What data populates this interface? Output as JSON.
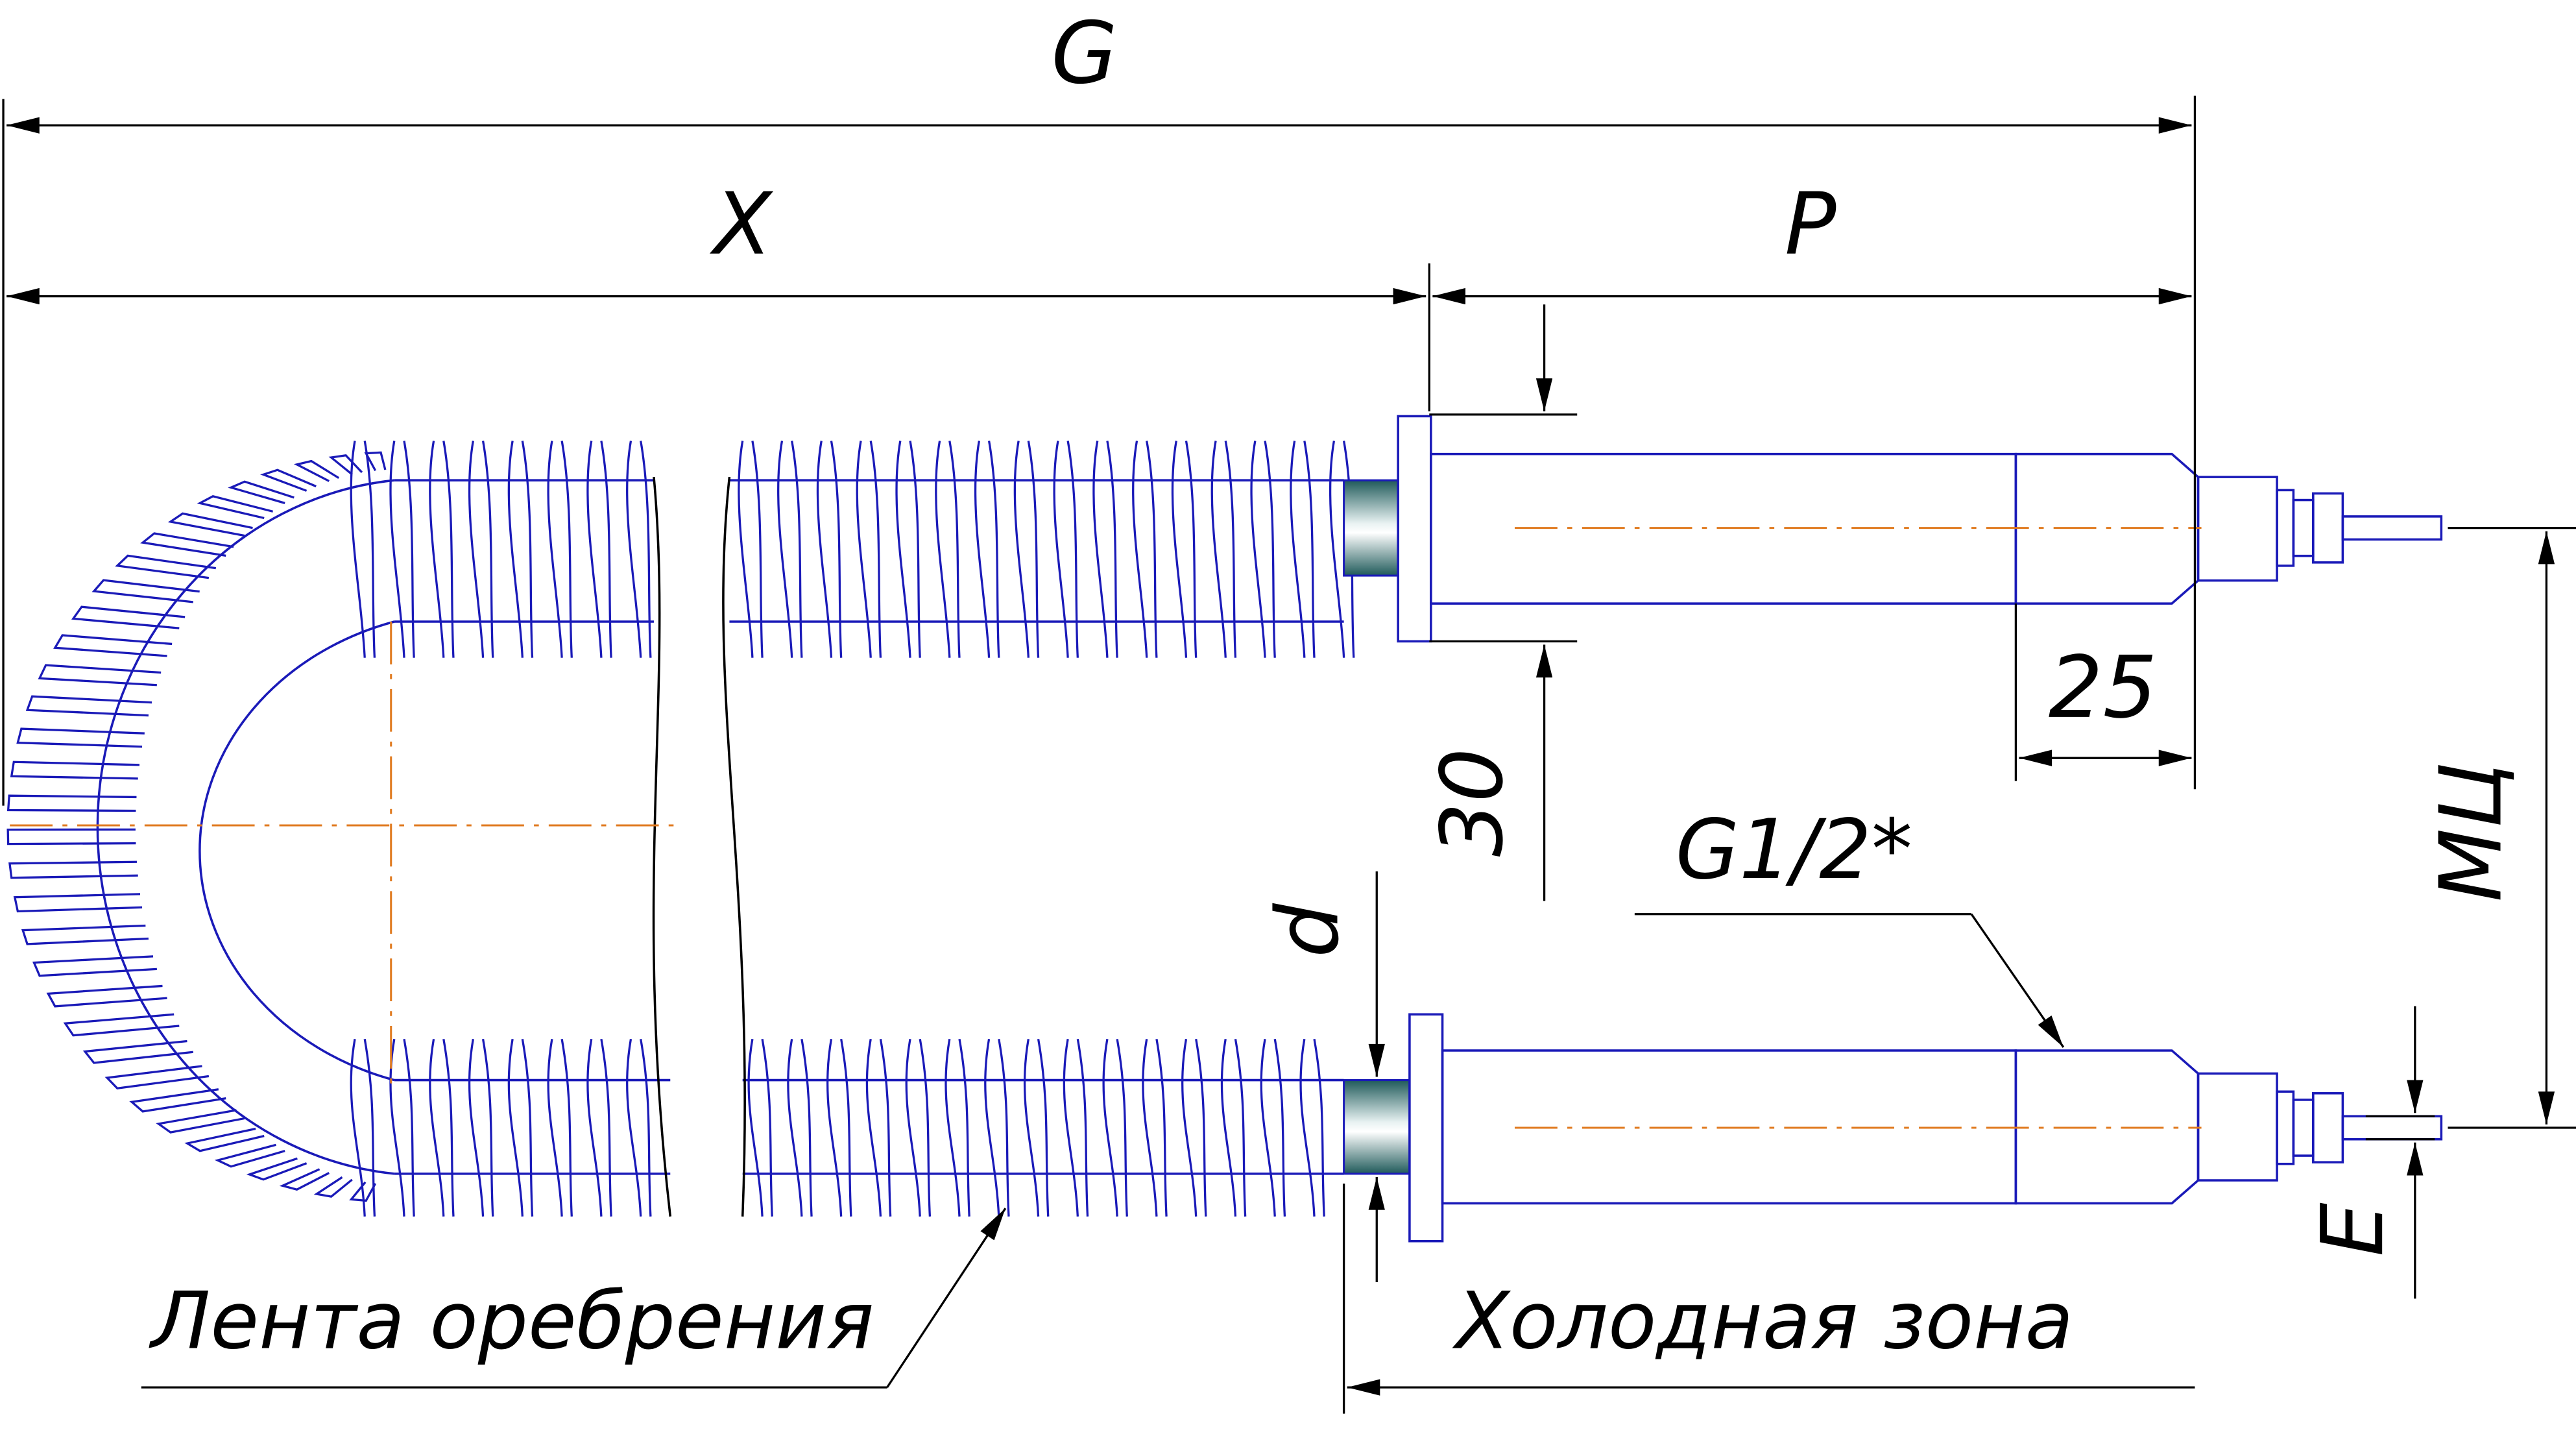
{
  "drawing": {
    "labels": {
      "overall_length": "G",
      "heated_length": "X",
      "terminal_length": "P",
      "thread_length": "25",
      "flange_dim": "30",
      "thread_spec": "G1/2*",
      "tube_diameter": "d",
      "center_distance": "МЦ",
      "terminal_offset": "E",
      "fin_strip": "Лента оребрения",
      "cold_zone": "Холодная зона"
    },
    "colors": {
      "element": "#1a1ab8",
      "dimension": "#000000",
      "centerline": "#e07a1f",
      "sleeve": "#2f6b6b"
    }
  }
}
